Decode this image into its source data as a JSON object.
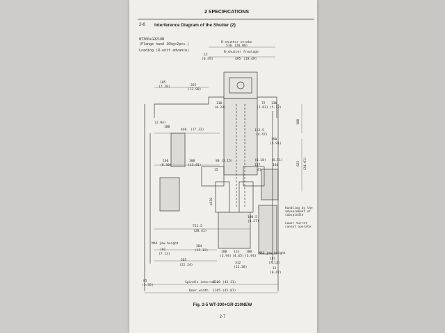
{
  "header": {
    "chapter": "2   SPECIFICATIONS",
    "section_number": "2-6",
    "section_title": "Interference Diagram of the Shutter (2)"
  },
  "config": {
    "line1": "WT300+GR210N",
    "line2": "(Flange hand 10kg×2pcs.)",
    "line3": "Loading (R-unit advance)"
  },
  "labels": {
    "r_shutter_stroke": "R-shutter stroke",
    "r_shutter_frontage": "R-shutter frontage",
    "max_jaw_height_left": "MAX jaw height",
    "max_jaw_height_right": "MAX jaw height",
    "spindle_interval": "Spindle interval",
    "door_width": "Door width"
  },
  "notes": {
    "handling": [
      "Handling by the",
      "advancement of",
      "subspindle"
    ],
    "lower_turret": [
      "Lower turret",
      "cannot operate"
    ]
  },
  "dimensions": {
    "d510": "510",
    "d510_in": "(20.08)",
    "d15": "15",
    "d15_in": "(0.59)",
    "d495": "495",
    "d495_in": "(19.49)",
    "d185": "185",
    "d185_in": "(7.28)",
    "d355": "355",
    "d355_in": "(13.98)",
    "d110": "110",
    "d110_in": "(4.33)",
    "d72": "72",
    "d72_in": "(2.83)",
    "d130": "130",
    "d130_in": "(5.12)",
    "d100a": "100",
    "d100a_in": "(2.94)",
    "d440": "440",
    "d440_in": "(17.32)",
    "d113_5": "113.5",
    "d113_5_in": "(4.47)",
    "d150": "150",
    "d150_in": "(5.91)",
    "d160": "160",
    "d160_in": "(6.30)",
    "d300": "300",
    "d300_in": "(11.81)",
    "d80": "80",
    "d80_in": "(3.15)",
    "d15b": "15",
    "d157": "157",
    "d157_in": "(6.18)",
    "d140": "140",
    "d140_in": "(5.51)",
    "d41": "41",
    "d108": "108",
    "d625": "625",
    "d625_in": "(24.61)",
    "d108_5": "108.5",
    "d108_5_in": "(4.27)",
    "d721_5": "721.5",
    "d721_5_in": "(28.41)",
    "d181": "181",
    "d181_in": "(7.13)",
    "d384": "384",
    "d384_in": "(15.12)",
    "d100b": "100",
    "d100b_in": "(3.94)",
    "d113b": "113",
    "d113b_in": "(4.45)",
    "d100c": "100",
    "d100c_in": "(3.94)",
    "d565": "565",
    "d565_in": "(22.24)",
    "d312": "312",
    "d312_in": "(12.28)",
    "d181b": "181",
    "d181b_in": "(7.13)",
    "d12": "12",
    "d12_in": "(0.47)",
    "d85": "85",
    "d85_in": "(3.35)",
    "d1100": "1100",
    "d1100_in": "(43.31)",
    "d1165": "1165",
    "d1165_in": "(45.87)",
    "d230": "ø230"
  },
  "figure": {
    "caption": "Fig. 2-5   WT-300+GR-210NEW",
    "page_number": "2-7"
  }
}
